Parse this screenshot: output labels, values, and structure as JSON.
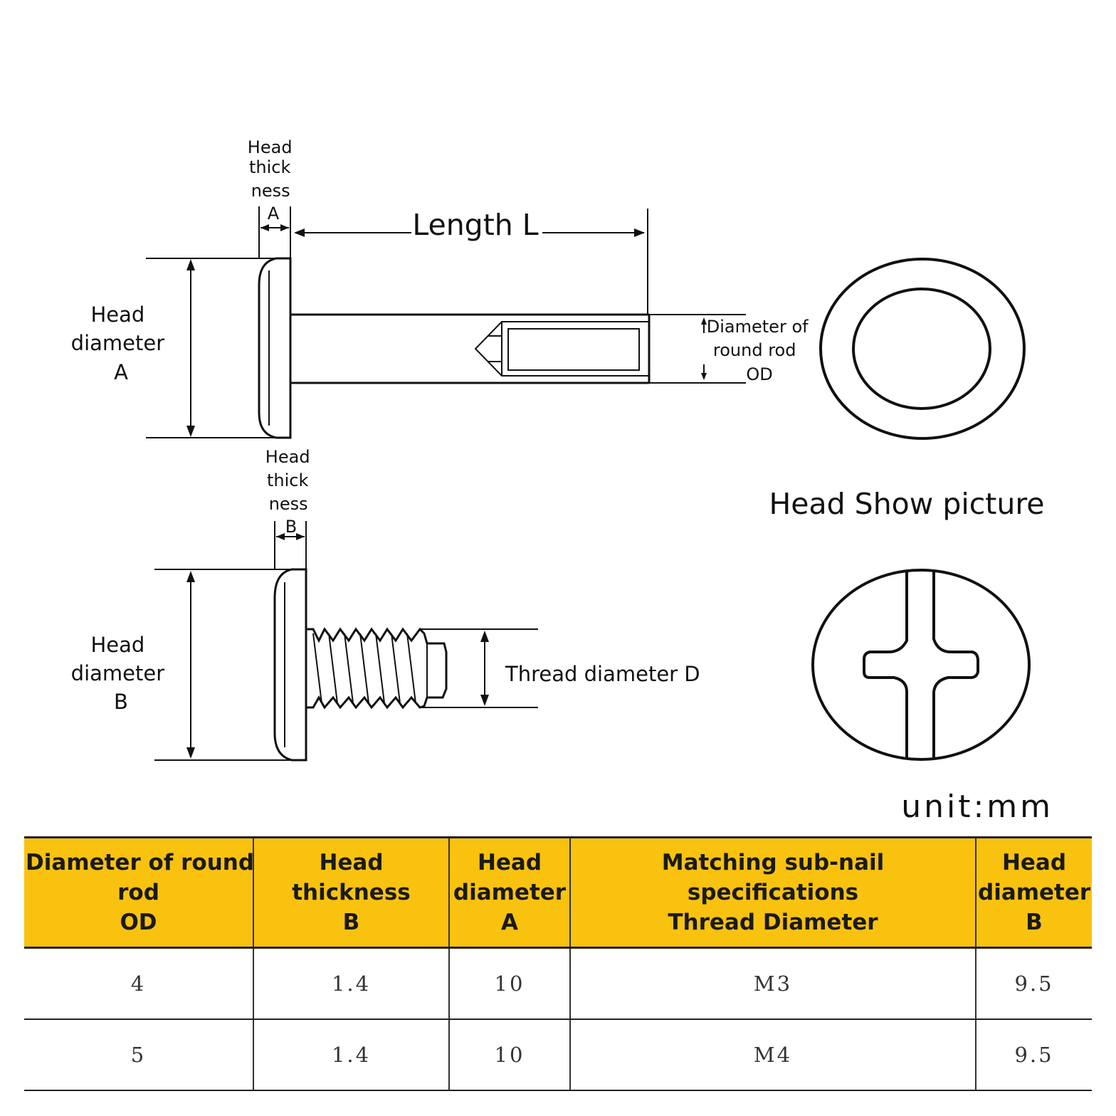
{
  "diagram": {
    "top_head_thickness_label": [
      "Head",
      "thick",
      "ness",
      "A"
    ],
    "length_label": "Length L",
    "top_head_diameter_label": [
      "Head",
      "diameter",
      "A"
    ],
    "rod_od_label": [
      "Diameter of",
      "round rod",
      "OD"
    ],
    "head_show_label": "Head Show picture",
    "bottom_head_thickness_label": [
      "Head",
      "thick",
      "ness",
      "B"
    ],
    "bottom_head_diameter_label": [
      "Head",
      "diameter",
      "B"
    ],
    "thread_diameter_label": "Thread diameter D"
  },
  "unit_label": "unit:mm",
  "table": {
    "headers": [
      [
        "Diameter of round",
        "rod",
        "OD"
      ],
      [
        "Head",
        "thickness",
        "B"
      ],
      [
        "Head",
        "diameter",
        "A"
      ],
      [
        "Matching sub-nail",
        "specifications",
        "Thread Diameter"
      ],
      [
        "Head",
        "diameter",
        "B"
      ]
    ],
    "rows": [
      [
        "4",
        "1.4",
        "10",
        "M3",
        "9.5"
      ],
      [
        "5",
        "1.4",
        "10",
        "M4",
        "9.5"
      ]
    ]
  }
}
